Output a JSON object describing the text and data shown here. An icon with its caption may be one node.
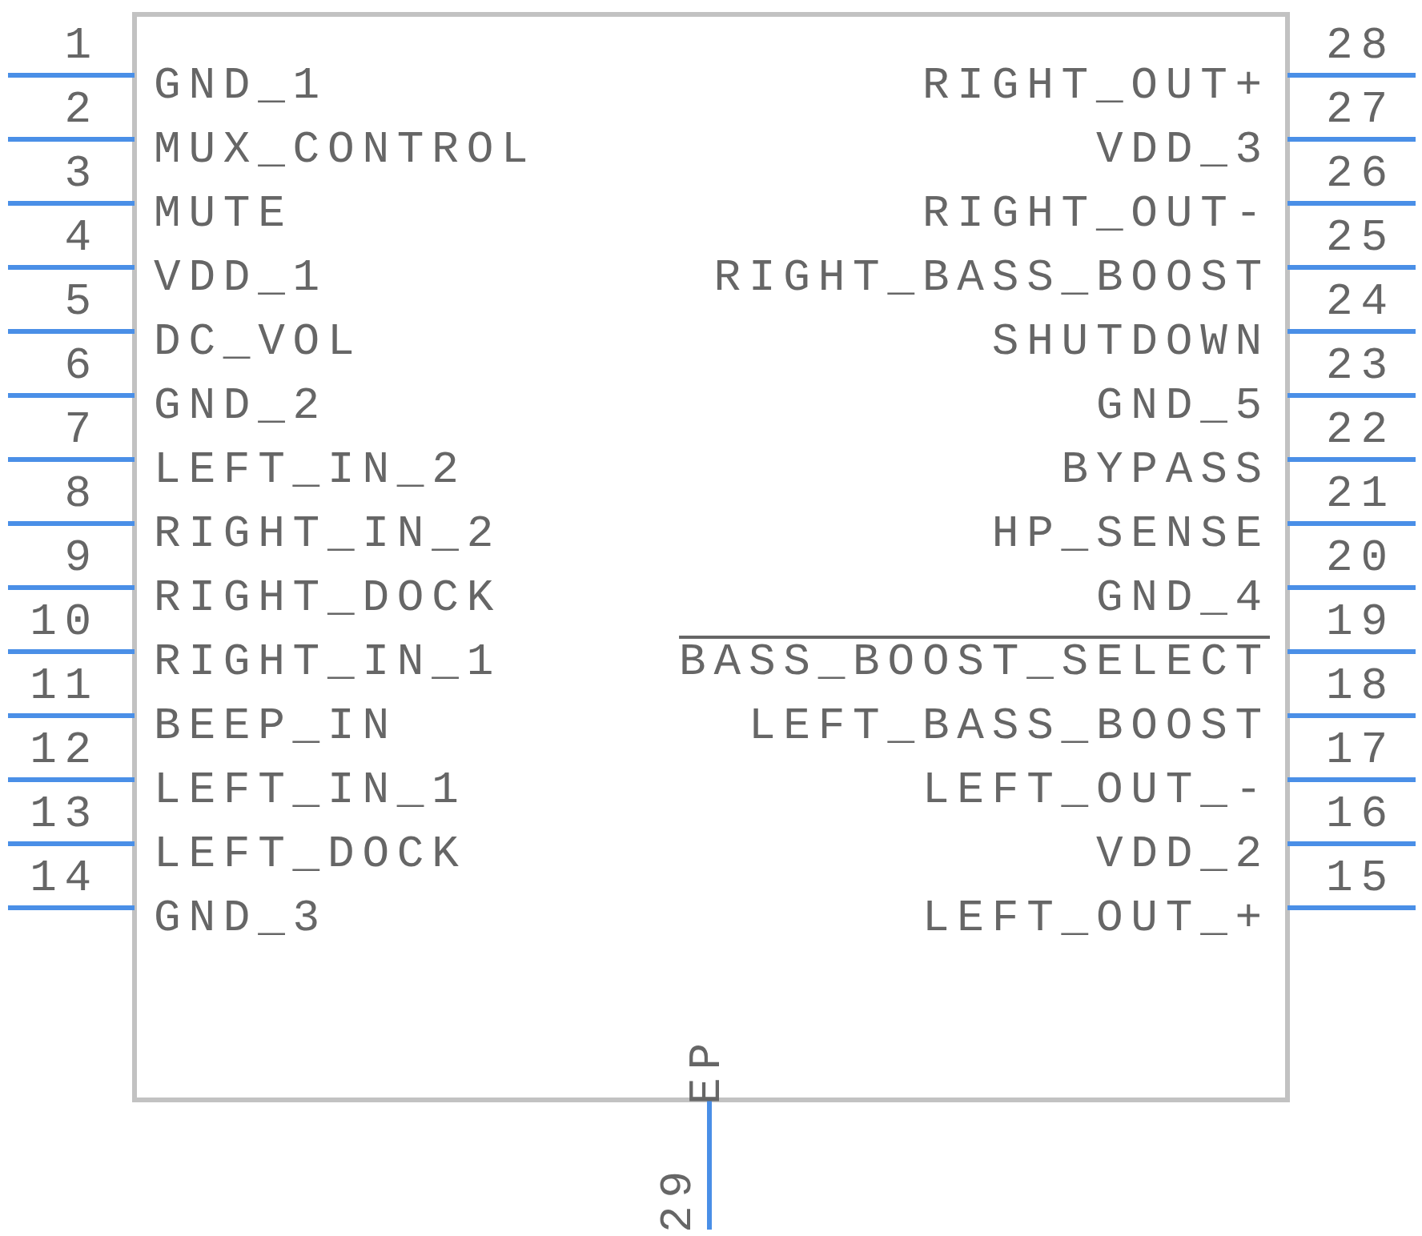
{
  "diagram": {
    "labels": [
      "1",
      "GND_1",
      "2",
      "MUX_CONTROL",
      "3",
      "MUTE",
      "4",
      "VDD_1",
      "5",
      "DC_VOL",
      "6",
      "GND_2",
      "7",
      "LEFT_IN_2",
      "8",
      "RIGHT_IN_2",
      "9",
      "RIGHT_DOCK",
      "10",
      "RIGHT_IN_1",
      "11",
      "BEEP_IN",
      "12",
      "LEFT_IN_1",
      "13",
      "LEFT_DOCK",
      "14",
      "GND_3",
      "15",
      "LEFT_OUT_+",
      "16",
      "VDD_2",
      "17",
      "LEFT_OUT_-",
      "18",
      "LEFT_BASS_BOOST",
      "19",
      "BASS_BOOST_SELECT",
      "20",
      "GND_4",
      "21",
      "HP_SENSE",
      "22",
      "BYPASS",
      "23",
      "GND_5",
      "24",
      "SHUTDOWN",
      "25",
      "RIGHT_BASS_BOOST",
      "26",
      "RIGHT_OUT-",
      "27",
      "VDD_3",
      "28",
      "RIGHT_OUT+",
      "29",
      "EP"
    ]
  }
}
